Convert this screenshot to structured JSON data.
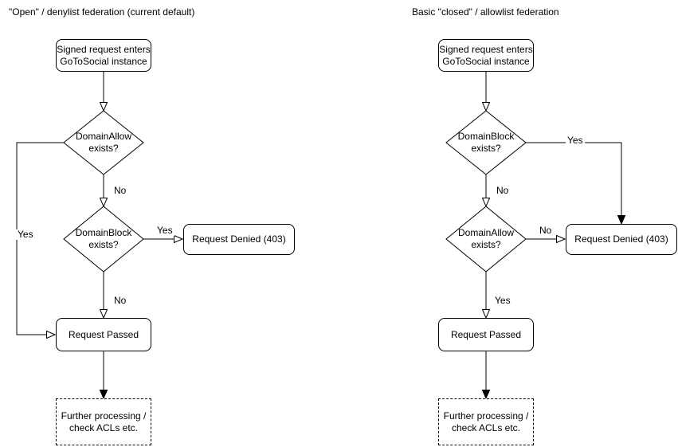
{
  "background": "#ffffff",
  "stroke_color": "#000000",
  "text_color": "#000000",
  "charts": [
    {
      "title": "\"Open\" / denylist federation (current default)",
      "nodes": {
        "start": "Signed request enters\nGoToSocial instance",
        "decision1": "DomainAllow\nexists?",
        "decision2": "DomainBlock\nexists?",
        "denied": "Request Denied (403)",
        "passed": "Request Passed",
        "further": "Further processing /\ncheck ACLs etc."
      },
      "edge_labels": {
        "decision1_yes": "Yes",
        "decision1_no": "No",
        "decision2_yes": "Yes",
        "decision2_no": "No"
      }
    },
    {
      "title": "Basic \"closed\" / allowlist federation",
      "nodes": {
        "start": "Signed request enters\nGoToSocial instance",
        "decision1": "DomainBlock\nexists?",
        "decision2": "DomainAllow\nexists?",
        "denied": "Request Denied (403)",
        "passed": "Request Passed",
        "further": "Further processing /\ncheck ACLs etc."
      },
      "edge_labels": {
        "decision1_yes": "Yes",
        "decision1_no": "No",
        "decision2_no": "No",
        "decision2_yes": "Yes"
      }
    }
  ]
}
